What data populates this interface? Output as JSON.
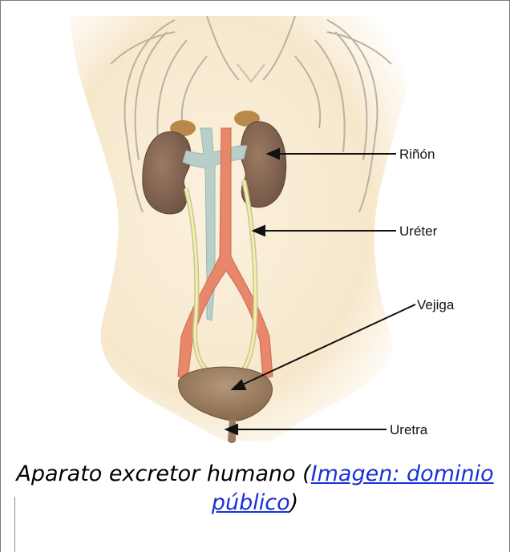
{
  "figure": {
    "labels": {
      "kidney": "Riñón",
      "ureter": "Uréter",
      "bladder": "Vejiga",
      "urethra": "Uretra"
    }
  },
  "caption": {
    "text": "Aparato excretor humano (",
    "link_text": "Imagen: dominio público",
    "suffix": ")"
  },
  "colors": {
    "skin": "#f7ebd3",
    "kidney": "#8a6a55",
    "artery": "#e9876a",
    "vein": "#b8cfc9",
    "ureter": "#f3f0a8",
    "bladder": "#9a7a5f",
    "link": "#1a31d6"
  }
}
